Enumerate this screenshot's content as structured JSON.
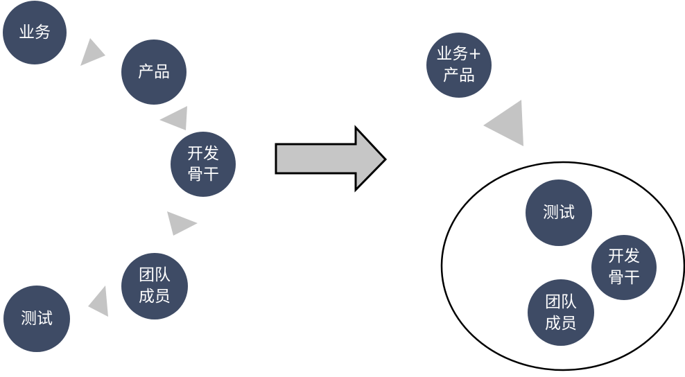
{
  "left_flow": {
    "business": "业务",
    "product": "产品",
    "dev_lead": [
      "开发",
      "骨干"
    ],
    "team_member": [
      "团队",
      "成员"
    ],
    "testing": "测试"
  },
  "right_flow": {
    "business_product": [
      "业务+",
      "产品"
    ],
    "testing": "测试",
    "dev_lead": [
      "开发",
      "骨干"
    ],
    "team_member": [
      "团队",
      "成员"
    ]
  },
  "colors": {
    "node": "#3e4b65",
    "node_text": "#ffffff",
    "triangle": "#c4c4c4",
    "arrow_fill": "#c6c6c6",
    "outline": "#000000"
  }
}
